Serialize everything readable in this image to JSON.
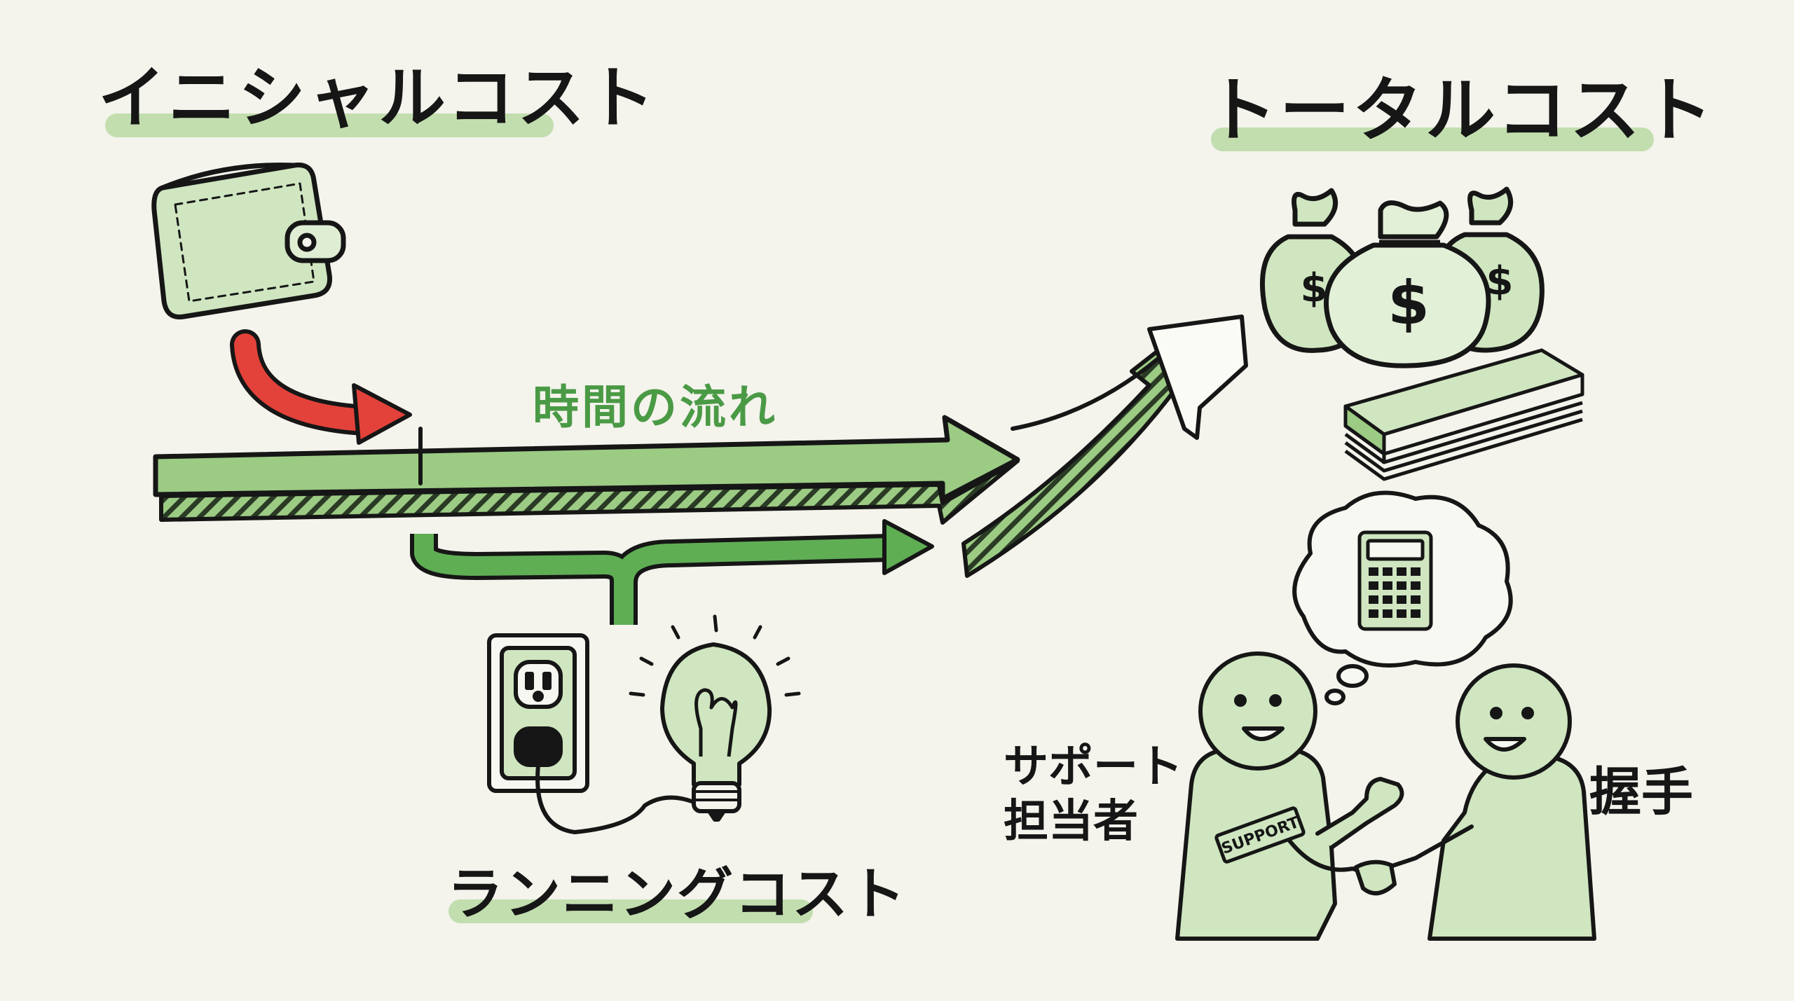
{
  "labels": {
    "initial_cost": "イニシャルコスト",
    "total_cost": "トータルコスト",
    "time_flow": "時間の流れ",
    "running_cost": "ランニングコスト",
    "support_staff_line1": "サポート",
    "support_staff_line2": "担当者",
    "handshake": "握手",
    "support_badge": "SUPPORT",
    "dollar_sign": "$"
  },
  "colors": {
    "background": "#f4f3ec",
    "ink": "#161616",
    "green_fill": "#9ccb84",
    "green_light": "#cfe6c0",
    "green_text": "#4a9a45",
    "red_arrow": "#e2423a",
    "highlight": "#b9d9a4"
  },
  "icons": [
    "wallet-icon",
    "money-bags-icon",
    "cash-stack-icon",
    "power-outlet-icon",
    "light-bulb-icon",
    "calculator-icon",
    "thought-bubble-icon",
    "person-icon"
  ]
}
